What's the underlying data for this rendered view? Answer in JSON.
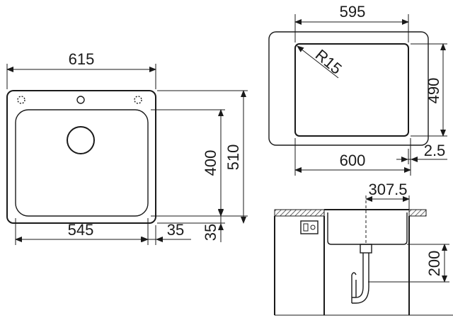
{
  "top_view": {
    "overall_width": "615",
    "overall_depth": "510",
    "bowl_width": "545",
    "bowl_depth": "400",
    "rim_side": "35",
    "rim_front": "35"
  },
  "cutout_view": {
    "bowl_width": "595",
    "corner_radius": "R15",
    "bowl_depth": "490",
    "cutout_width": "600",
    "offset": "2.5"
  },
  "side_view": {
    "drain_offset": "307.5",
    "siphon_height": "200"
  }
}
